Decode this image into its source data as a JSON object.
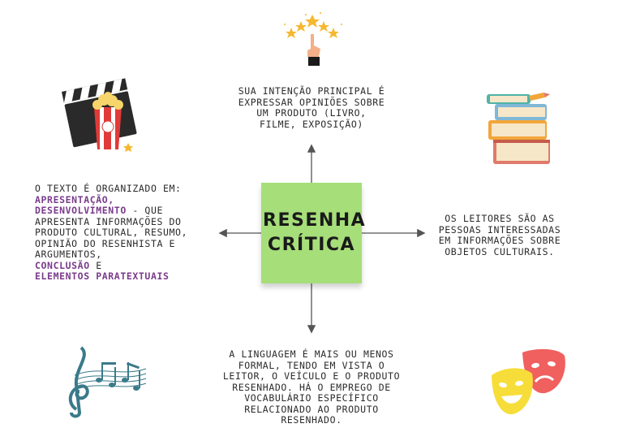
{
  "center": {
    "title_line1": "RESENHA",
    "title_line2": "CRÍTICA"
  },
  "top_text": [
    "SUA INTENÇÃO PRINCIPAL É",
    "EXPRESSAR OPINIÕES SOBRE",
    "UM PRODUTO (LIVRO,",
    "FILME, EXPOSIÇÃO)"
  ],
  "right_text": [
    "OS LEITORES SÃO AS",
    "PESSOAS INTERESSADAS",
    "EM INFORMAÇÕES SOBRE",
    "OBJETOS CULTURAIS."
  ],
  "bottom_text": [
    "A LINGUAGEM É MAIS OU MENOS",
    "FORMAL, TENDO EM VISTA O",
    "LEITOR, O VEÍCULO E O PRODUTO",
    "RESENHADO. HÁ O EMPREGO DE",
    "VOCABULÁRIO ESPECÍFICO",
    "RELACIONADO AO PRODUTO",
    "RESENHADO."
  ],
  "left_text": {
    "line1": "O TEXTO É ORGANIZADO EM:",
    "apresentacao": "APRESENTAÇÃO,",
    "desenvolvimento": "DESENVOLVIMENTO",
    "dev_rest": " - QUE",
    "line4": "APRESENTA INFORMAÇÕES DO",
    "line5": "PRODUTO CULTURAL, RESUMO,",
    "line6": "OPINIÃO DO RESENHISTA E",
    "line7": "ARGUMENTOS,",
    "conclusao": "CONCLUSÃO",
    "e": " E",
    "elementos": "ELEMENTOS PARATEXTUAIS"
  },
  "icons": {
    "top": "stars-rating-hand-icon",
    "top_left": "clapperboard-popcorn-icon",
    "top_right": "book-stack-icon",
    "bottom_left": "music-notes-icon",
    "bottom_right": "theater-masks-icon"
  },
  "colors": {
    "note": "#a6de7a",
    "emphasis": "#7a3b8c",
    "arrow": "#555555"
  }
}
